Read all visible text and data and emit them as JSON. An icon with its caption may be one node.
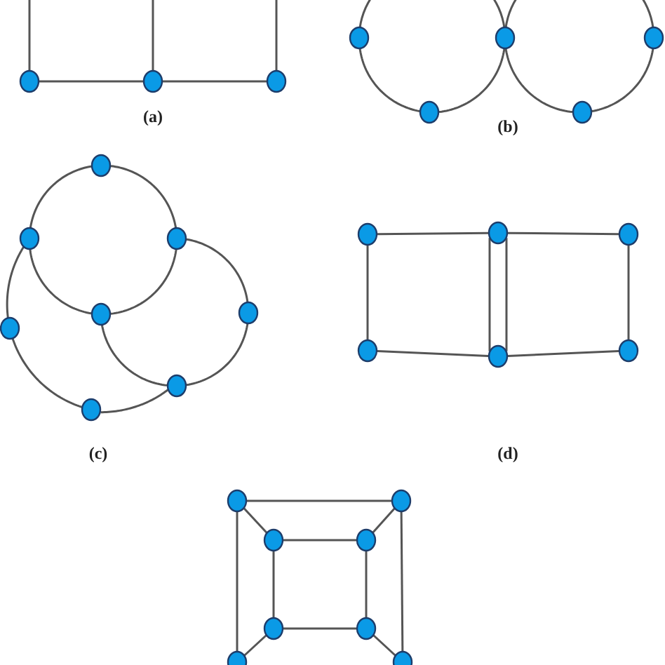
{
  "diagram": {
    "nodes": [
      {
        "text": [],
        "shape": "circle"
      },
      {
        "text": [],
        "shape": "circle"
      },
      {
        "text": [],
        "shape": "circle"
      },
      {
        "text": [],
        "shape": "circle"
      },
      {
        "text": [],
        "shape": "circle"
      },
      {
        "text": [],
        "shape": "circle"
      },
      {
        "text": [],
        "shape": "circle"
      },
      {
        "text": [],
        "shape": "circle"
      },
      {
        "text": [],
        "shape": "circle"
      },
      {
        "text": [],
        "shape": "circle"
      },
      {
        "text": [],
        "shape": "circle"
      },
      {
        "text": [],
        "shape": "circle"
      },
      {
        "text": [],
        "shape": "circle"
      },
      {
        "text": [],
        "shape": "circle"
      },
      {
        "text": [],
        "shape": "circle"
      },
      {
        "text": [],
        "shape": "circle"
      },
      {
        "text": [],
        "shape": "circle"
      },
      {
        "text": [],
        "shape": "circle"
      },
      {
        "text": [],
        "shape": "circle"
      },
      {
        "text": [],
        "shape": "circle"
      },
      {
        "text": [],
        "shape": "circle"
      },
      {
        "text": [],
        "shape": "circle"
      },
      {
        "text": [],
        "shape": "circle"
      },
      {
        "text": [],
        "shape": "circle"
      },
      {
        "text": [],
        "shape": "circle"
      },
      {
        "text": [],
        "shape": "circle"
      },
      {
        "text": [],
        "shape": "circle"
      },
      {
        "text": [],
        "shape": "circle"
      },
      {
        "text": [],
        "shape": "circle"
      },
      {
        "text": [],
        "shape": "circle"
      }
    ],
    "edges": [
      {
        "from": 0,
        "to": 1,
        "arrow": "none"
      },
      {
        "from": 1,
        "to": 2,
        "arrow": "none"
      },
      {
        "from": 0,
        "to": null,
        "arrow": "none"
      },
      {
        "from": 1,
        "to": null,
        "arrow": "none"
      },
      {
        "from": 2,
        "to": null,
        "arrow": "none"
      },
      {
        "from": 3,
        "to": 4,
        "arrow": "none"
      },
      {
        "from": 4,
        "to": 5,
        "arrow": "none"
      },
      {
        "from": 3,
        "to": 5,
        "arrow": "none"
      },
      {
        "from": 5,
        "to": 6,
        "arrow": "none"
      },
      {
        "from": 6,
        "to": 7,
        "arrow": "none"
      },
      {
        "from": 5,
        "to": 7,
        "arrow": "none"
      },
      {
        "from": 8,
        "to": 9,
        "arrow": "none"
      },
      {
        "from": 8,
        "to": 10,
        "arrow": "none"
      },
      {
        "from": 9,
        "to": 12,
        "arrow": "none"
      },
      {
        "from": 10,
        "to": 12,
        "arrow": "none"
      },
      {
        "from": 10,
        "to": 11,
        "arrow": "none"
      },
      {
        "from": 11,
        "to": 14,
        "arrow": "none"
      },
      {
        "from": 14,
        "to": 12,
        "arrow": "none"
      },
      {
        "from": 9,
        "to": 13,
        "arrow": "none"
      },
      {
        "from": 13,
        "to": 15,
        "arrow": "none"
      },
      {
        "from": 15,
        "to": 14,
        "arrow": "none"
      },
      {
        "from": 16,
        "to": 17,
        "arrow": "none"
      },
      {
        "from": 17,
        "to": 18,
        "arrow": "none"
      },
      {
        "from": 16,
        "to": 19,
        "arrow": "none"
      },
      {
        "from": 17,
        "to": 20,
        "arrow": "none"
      },
      {
        "from": 17,
        "to": 20,
        "arrow": "none"
      },
      {
        "from": 18,
        "to": 21,
        "arrow": "none"
      },
      {
        "from": 19,
        "to": 20,
        "arrow": "none"
      },
      {
        "from": 20,
        "to": 21,
        "arrow": "none"
      },
      {
        "from": 22,
        "to": 23,
        "arrow": "none"
      },
      {
        "from": 22,
        "to": 24,
        "arrow": "none"
      },
      {
        "from": 23,
        "to": 25,
        "arrow": "none"
      },
      {
        "from": 24,
        "to": 25,
        "arrow": "none"
      },
      {
        "from": 22,
        "to": 28,
        "arrow": "none"
      },
      {
        "from": 23,
        "to": 29,
        "arrow": "none"
      },
      {
        "from": 24,
        "to": 26,
        "arrow": "none"
      },
      {
        "from": 25,
        "to": 27,
        "arrow": "none"
      },
      {
        "from": 26,
        "to": 27,
        "arrow": "none"
      },
      {
        "from": 26,
        "to": 28,
        "arrow": "none"
      },
      {
        "from": 27,
        "to": 29,
        "arrow": "none"
      }
    ],
    "labels": [
      "(a)",
      "(b)",
      "(c)",
      "(d)"
    ]
  }
}
